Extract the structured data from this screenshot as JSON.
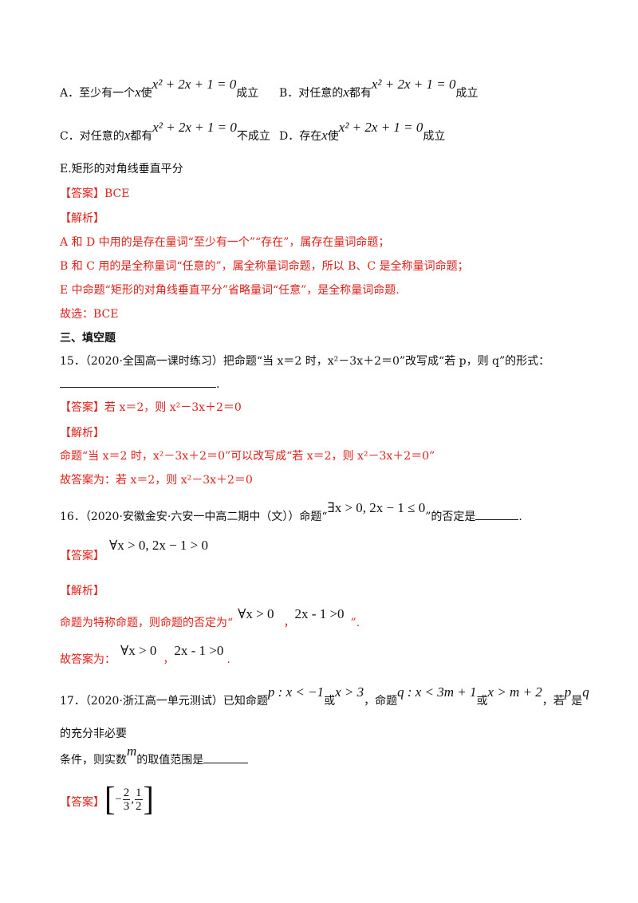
{
  "opt_a": {
    "label": "A．至少有一个",
    "var": "x",
    "mid": "使",
    "eq": "x² + 2x + 1 = 0",
    "tail": "成立"
  },
  "opt_b": {
    "label": "B．对任意的",
    "var": "x",
    "mid": "都有",
    "eq": "x² + 2x + 1 = 0",
    "tail": "成立"
  },
  "opt_c": {
    "label": "C．对任意的",
    "var": "x",
    "mid": "都有",
    "eq": "x² + 2x + 1 = 0",
    "tail": "不成立"
  },
  "opt_d": {
    "label": "D．存在",
    "var": "x",
    "mid": "使",
    "eq": "x² + 2x + 1 = 0",
    "tail": "成立"
  },
  "opt_e": "E.矩形的对角线垂直平分",
  "q14": {
    "answer_tag": "【答案】",
    "answer": "BCE",
    "analysis_tag": "【解析】",
    "lines": [
      "A 和 D 中用的是存在量词“至少有一个”“存在”，属存在量词命题；",
      "B 和 C 用的是全称量词“任意的”，属全称量词命题，所以 B、C 是全称量词命题；",
      "E 中命题“矩形的对角线垂直平分”省略量词“任意”，是全称量词命题."
    ],
    "final": "故选：BCE"
  },
  "section3": "三、填空题",
  "q15": {
    "stem": "15．（2020·全国高一课时练习）把命题“当 x＝2 时，x²－3x＋2＝0”改写成“若 p，则 q”的形式：",
    "blank_tail": ".",
    "answer_tag": "【答案】",
    "answer": "若 x＝2，则 x²－3x＋2＝0",
    "analysis_tag": "【解析】",
    "analysis": "命题“当 x＝2 时，x²－3x＋2＝0”可以改写成“若 x＝2，则 x²－3x＋2＝0”",
    "final": "故答案为：若 x＝2，则 x²－3x＋2＝0"
  },
  "q16": {
    "stem_a": "16．（2020·安徽金安·六安一中高二期中（文））命题“",
    "formula": "∃x > 0,   2x − 1 ≤ 0",
    "stem_b": "”的否定是",
    "stem_end": ".",
    "answer_tag": "【答案】",
    "answer": "∀x > 0, 2x − 1 > 0",
    "analysis_tag": "【解析】",
    "analysis_a": "命题为特称命题，则命题的否定为“",
    "f1": "∀x > 0",
    "comma": "，",
    "f2": "2x - 1 >0",
    "analysis_b": "”.",
    "final_a": "故答案为：",
    "final_end": "."
  },
  "q17": {
    "stem_a": "17．（2020·浙江高一单元测试）已知命题",
    "p1": "p : x < −1",
    "or1": "或",
    "p2": "x > 3",
    "mid": "，命题",
    "q1": "q : x < 3m + 1",
    "or2": "或",
    "q2": "x > m + 2",
    "ruo": "，若",
    "pv": "p",
    "shi": "是",
    "qv": "q",
    "line2": "的充分非必要",
    "line3_a": "条件，则实数",
    "mv": "m",
    "line3_b": "的取值范围是",
    "answer_tag": "【答案】",
    "frac1_num": "2",
    "frac1_den": "3",
    "frac1_sign": "−",
    "frac2_num": "1",
    "frac2_den": "2",
    "sep": ","
  }
}
